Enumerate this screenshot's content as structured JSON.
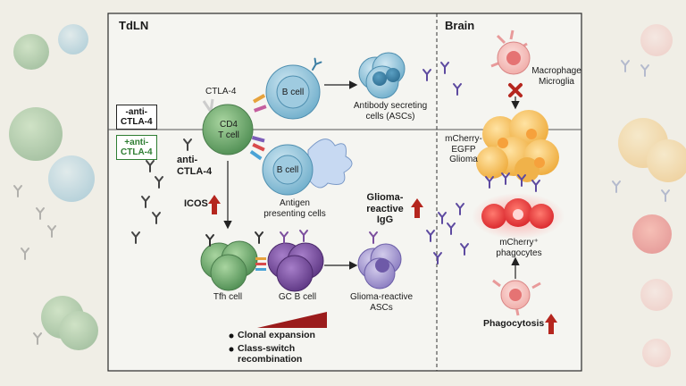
{
  "panels": {
    "tdln_title": "TdLN",
    "brain_title": "Brain"
  },
  "conditions": {
    "minus": "-anti-\nCTLA-4",
    "plus": "+anti-\nCTLA-4"
  },
  "labels": {
    "ctla4": "CTLA-4",
    "cd4": "CD4\nT cell",
    "b_cell_top": "B cell",
    "b_cell_mid": "B cell",
    "asc": "Antibody secreting\ncells (ASCs)",
    "apc": "Antigen\npresenting cells",
    "anti_ctla4": "anti-\nCTLA-4",
    "icos": "ICOS",
    "glioma_igg": "Glioma-\nreactive\nIgG",
    "tfh": "Tfh cell",
    "gcb": "GC B cell",
    "glioma_asc": "Glioma-reactive\nASCs",
    "clonal": "Clonal expansion",
    "class_switch": "Class-switch\nrecombination",
    "macrophage": "Macrophage\nMicroglia",
    "glioma": "mCherry-\nEGFP\nGlioma",
    "phagocytes": "mCherry⁺\nphagocytes",
    "phagocytosis": "Phagocytosis"
  },
  "colors": {
    "background": "#f0eee6",
    "panel": "#f5f5f1",
    "cd4_green": "#6fae6f",
    "b_cell_blue": "#8ec3da",
    "gc_purple": "#7c4f9e",
    "asc_lavender": "#a79ad0",
    "glioma_orange": "#f4bf55",
    "mcherry_red": "#e23a3a",
    "arrow_red": "#b5261e",
    "frame": "#2a2a2a"
  }
}
